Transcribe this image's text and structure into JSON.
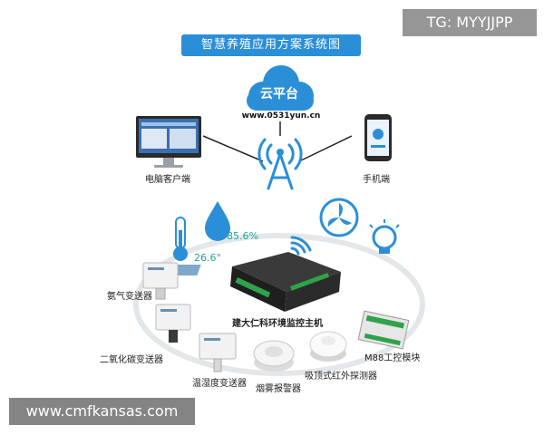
{
  "title": "智慧养殖应用方案系统图",
  "watermark_top": "TG: MYYJJPP",
  "watermark_bottom": "www.cmfkansas.com",
  "cloud": {
    "label": "云平台",
    "url": "www.0531yun.cn"
  },
  "nodes": {
    "pc": "电脑客户端",
    "phone": "手机端",
    "host": "建大仁科环境监控主机",
    "ammonia": "氨气变送器",
    "co2": "二氧化碳变送器",
    "temp_hum": "温湿度变送器",
    "smoke": "烟雾报警器",
    "infrared": "吸顶式红外探测器",
    "m88": "M88工控模块"
  },
  "readings": {
    "humidity": "85.6%",
    "temperature": "26.6°"
  },
  "colors": {
    "accent": "#2b8fd8",
    "teal": "#1aa79a",
    "ellipse": "#e3e7ea"
  }
}
